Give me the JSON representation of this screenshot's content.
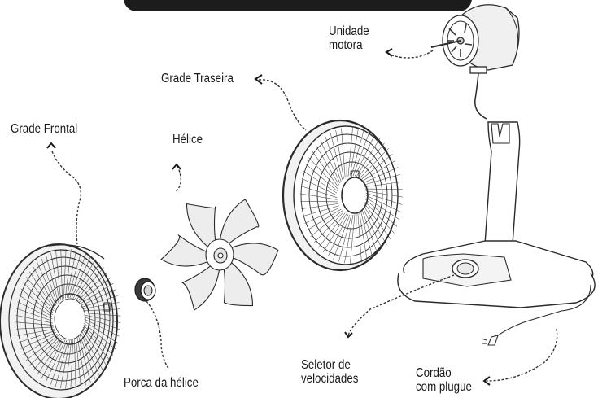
{
  "labels": {
    "motor": [
      "Unidade",
      "motora"
    ],
    "rear_grille": "Grade Traseira",
    "front_grille": "Grade Frontal",
    "blade": "Hélice",
    "selector": [
      "Seletor de",
      "velocidades"
    ],
    "cord": [
      "Cordão",
      "com plugue"
    ],
    "nut": "Porca da hélice"
  },
  "colors": {
    "line": "#2a2a2a",
    "leader": "#333333",
    "banner": "#1c1c1c",
    "grille_fill": "#f2f2f2",
    "blade_fill": "#ededed"
  }
}
